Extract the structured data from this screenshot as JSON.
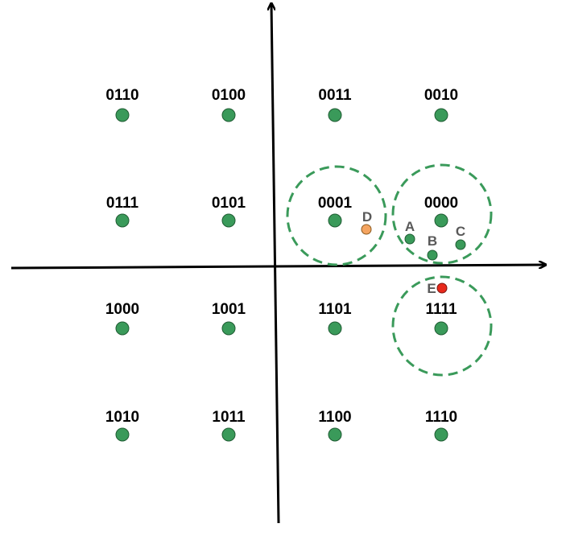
{
  "colors": {
    "constellation_point": "#3a9a5a",
    "circle_stroke": "#3a9a5a",
    "point_D": "#f4a460",
    "point_E": "#e8291c",
    "received_point": "#3a9a5a",
    "axis": "#000000"
  },
  "constellation": [
    {
      "code": "0110"
    },
    {
      "code": "0100"
    },
    {
      "code": "0011"
    },
    {
      "code": "0010"
    },
    {
      "code": "0111"
    },
    {
      "code": "0101"
    },
    {
      "code": "0001"
    },
    {
      "code": "0000"
    },
    {
      "code": "1000"
    },
    {
      "code": "1001"
    },
    {
      "code": "1101"
    },
    {
      "code": "1111"
    },
    {
      "code": "1010"
    },
    {
      "code": "1011"
    },
    {
      "code": "1100"
    },
    {
      "code": "1110"
    }
  ],
  "received_points": [
    {
      "label": "A"
    },
    {
      "label": "B"
    },
    {
      "label": "C"
    },
    {
      "label": "D"
    },
    {
      "label": "E"
    }
  ]
}
